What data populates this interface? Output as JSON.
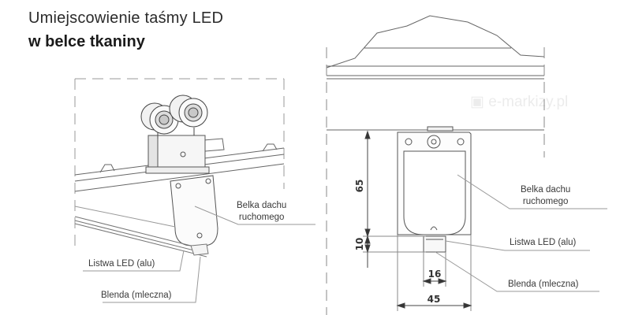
{
  "title": {
    "line1": "Umiejscowienie taśmy LED",
    "line2": "w belce tkaniny"
  },
  "watermark": "e-markizy.pl",
  "left_view": {
    "labels": {
      "beam": [
        "Belka dachu",
        "ruchomego"
      ],
      "led_strip": "Listwa LED (alu)",
      "diffuser": "Blenda (mleczna)"
    }
  },
  "right_view": {
    "labels": {
      "beam": [
        "Belka dachu",
        "ruchomego"
      ],
      "led_strip": "Listwa LED (alu)",
      "diffuser": "Blenda (mleczna)"
    },
    "dimensions": {
      "beam_height": "65",
      "led_height": "10",
      "led_width": "16",
      "beam_width": "45"
    }
  }
}
